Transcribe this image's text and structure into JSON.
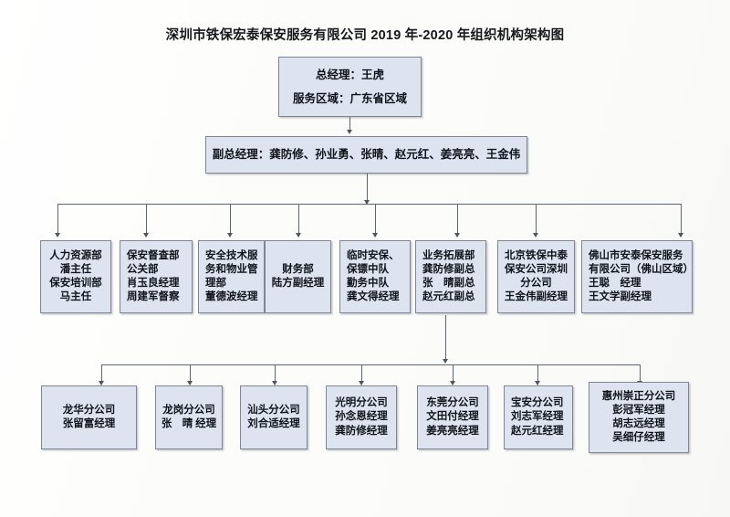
{
  "document": {
    "title": "深圳市铁保宏泰保安服务有限公司 2019 年-2020 年组织机构架构图"
  },
  "theme": {
    "node_fill": "#dde4ef",
    "node_border": "#7d8794",
    "connector": "#5d6570",
    "page_background": "#fdfdfd",
    "text": "#10131a"
  },
  "chart_data": {
    "type": "diagram",
    "subtype": "org-chart",
    "title": "深圳市铁保宏泰保安服务有限公司 2019 年-2020 年组织机构架构图",
    "levels": 4,
    "nodes": [
      {
        "id": "gm",
        "level": 1,
        "align": "center",
        "lines": [
          "总经理：王虎",
          "",
          "服务区域：广东省区域"
        ]
      },
      {
        "id": "deputy-gm",
        "level": 2,
        "align": "center",
        "lines": [
          "副总经理：龚防修、孙业勇、张晴、赵元红、姜亮亮、王金伟"
        ]
      },
      {
        "id": "dept-hr",
        "level": 3,
        "align": "center",
        "lines": [
          "人力资源部",
          "潘主任",
          "保安培训部",
          "马主任"
        ]
      },
      {
        "id": "dept-supervision",
        "level": 3,
        "align": "left",
        "lines": [
          "保安督查部",
          "公关部",
          "肖玉良经理",
          "周建军督察"
        ]
      },
      {
        "id": "dept-safety-tech",
        "level": 3,
        "align": "left",
        "lines": [
          "安全技术服",
          "务和物业管",
          "理部",
          "董德波经理"
        ]
      },
      {
        "id": "dept-finance",
        "level": 3,
        "align": "center",
        "lines": [
          "财务部",
          "陆方副经理"
        ]
      },
      {
        "id": "dept-temporary-security",
        "level": 3,
        "align": "left",
        "lines": [
          "临时安保、",
          "保镖中队",
          "勤务中队",
          "龚文得经理"
        ]
      },
      {
        "id": "dept-business-dev",
        "level": 3,
        "align": "left",
        "lines": [
          "业务拓展部",
          "龚防修副总",
          "张　晴副总",
          "赵元红副总"
        ]
      },
      {
        "id": "branch-beijing-tiebao",
        "level": 3,
        "align": "center",
        "lines": [
          "北京铁保中泰",
          "保安公司深圳",
          "分公司",
          "王金伟副经理"
        ]
      },
      {
        "id": "branch-foshan-antai",
        "level": 3,
        "align": "left",
        "lines": [
          "佛山市安泰保安服务",
          "有限公司（佛山区域）",
          "王聪　经理",
          "王文学副经理"
        ]
      },
      {
        "id": "branch-longhua",
        "level": 4,
        "align": "center",
        "lines": [
          "龙华分公司",
          "张留富经理"
        ]
      },
      {
        "id": "branch-longgang",
        "level": 4,
        "align": "center",
        "lines": [
          "龙岗分公司",
          "张　晴 经理"
        ]
      },
      {
        "id": "branch-shantou",
        "level": 4,
        "align": "center",
        "lines": [
          "汕头分公司",
          "刘合适经理"
        ]
      },
      {
        "id": "branch-guangming",
        "level": 4,
        "align": "center",
        "lines": [
          "光明分公司",
          "孙念恩经理",
          "龚防修经理"
        ]
      },
      {
        "id": "branch-dongguan",
        "level": 4,
        "align": "center",
        "lines": [
          "东莞分公司",
          "文田付经理",
          "姜亮亮经理"
        ]
      },
      {
        "id": "branch-baoan",
        "level": 4,
        "align": "left",
        "lines": [
          "宝安分公司",
          "刘志军经理",
          "赵元红经理"
        ]
      },
      {
        "id": "branch-huizhou-chongzheng",
        "level": 4,
        "align": "center",
        "lines": [
          "惠州崇正分公司",
          "彭冠军经理",
          "胡志远经理",
          "吴细仔经理"
        ]
      }
    ],
    "edges": [
      {
        "from": "gm",
        "to": "deputy-gm"
      },
      {
        "from": "deputy-gm",
        "to": "dept-hr"
      },
      {
        "from": "deputy-gm",
        "to": "dept-supervision"
      },
      {
        "from": "deputy-gm",
        "to": "dept-safety-tech"
      },
      {
        "from": "deputy-gm",
        "to": "dept-finance"
      },
      {
        "from": "deputy-gm",
        "to": "dept-temporary-security"
      },
      {
        "from": "deputy-gm",
        "to": "dept-business-dev"
      },
      {
        "from": "deputy-gm",
        "to": "branch-beijing-tiebao"
      },
      {
        "from": "deputy-gm",
        "to": "branch-foshan-antai"
      },
      {
        "from": "dept-business-dev",
        "to": "branch-longhua"
      },
      {
        "from": "dept-business-dev",
        "to": "branch-longgang"
      },
      {
        "from": "dept-business-dev",
        "to": "branch-shantou"
      },
      {
        "from": "dept-business-dev",
        "to": "branch-guangming"
      },
      {
        "from": "dept-business-dev",
        "to": "branch-dongguan"
      },
      {
        "from": "dept-business-dev",
        "to": "branch-baoan"
      },
      {
        "from": "dept-business-dev",
        "to": "branch-huizhou-chongzheng"
      }
    ]
  }
}
